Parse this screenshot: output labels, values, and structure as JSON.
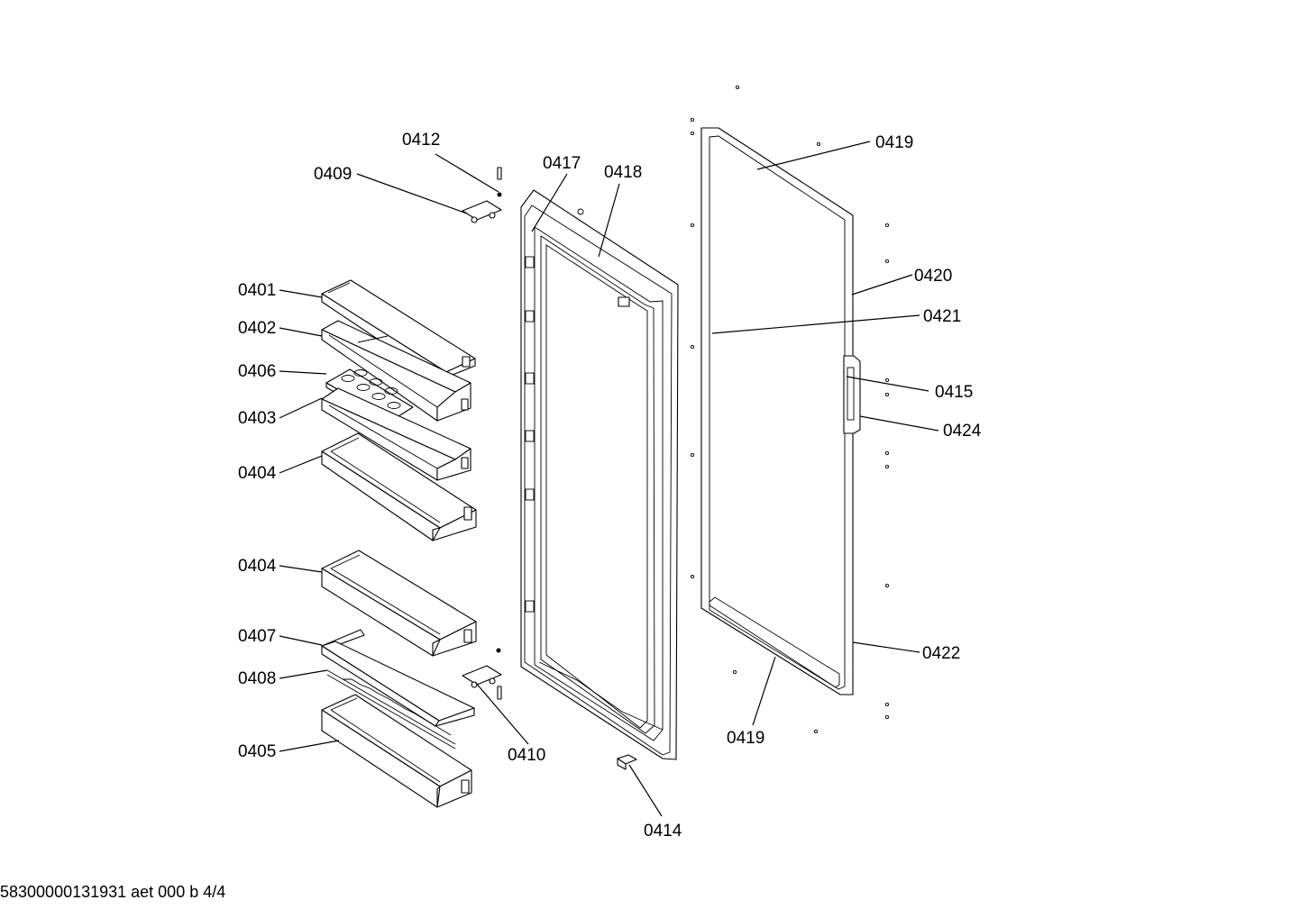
{
  "footer": {
    "document_id": "58300000131931 aet 000 b 4/4"
  },
  "labels": {
    "p0401": "0401",
    "p0402": "0402",
    "p0403": "0403",
    "p0404a": "0404",
    "p0404b": "0404",
    "p0405": "0405",
    "p0406": "0406",
    "p0407": "0407",
    "p0408": "0408",
    "p0409": "0409",
    "p0410": "0410",
    "p0412": "0412",
    "p0414": "0414",
    "p0415": "0415",
    "p0417": "0417",
    "p0418": "0418",
    "p0419a": "0419",
    "p0419b": "0419",
    "p0420": "0420",
    "p0421": "0421",
    "p0422": "0422",
    "p0424": "0424"
  }
}
